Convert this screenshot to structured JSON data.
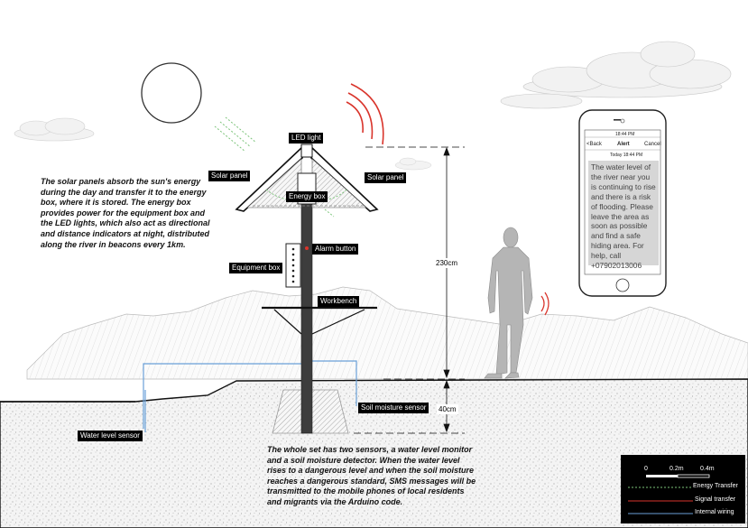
{
  "labels": {
    "led_light": "LED light",
    "solar_panel_left": "Solar panel",
    "solar_panel_right": "Solar panel",
    "energy_box": "Energy box",
    "alarm_button": "Alarm button",
    "equipment_box": "Equipment box",
    "workbench": "Workbench",
    "soil_moisture_sensor": "Soil moisture sensor",
    "water_level_sensor": "Water level sensor"
  },
  "dimensions": {
    "height_above": "230cm",
    "depth_below": "40cm"
  },
  "text_left": "The solar panels absorb the sun's energy during the day and transfer it to the energy box, where it is stored. The energy box provides power for the equipment box and the LED lights, which also act as directional and distance indicators at night, distributed along the river in beacons every 1km.",
  "text_bottom": "The whole set has two sensors, a water level monitor and a soil moisture detector. When the water level rises to a dangerous level and when the soil moisture reaches a dangerous standard, SMS messages will be transmitted to the mobile phones of local residents and migrants via the Arduino code.",
  "phone": {
    "status_time": "18:44 PM",
    "back": "<Back",
    "title": "Alert",
    "cancel": "Cancel",
    "date_line": "Today 18:44 PM",
    "message": "The water level of the river near you is continuing to rise and there is a risk of flooding. Please leave the area as soon as possible and find a safe hiding area. For help, call +07902013006"
  },
  "legend": {
    "scale_0": "0",
    "scale_1": "0.2m",
    "scale_2": "0.4m",
    "energy": "Energy Transfer",
    "signal": "Signal transfer",
    "wiring": "Internal wiring"
  },
  "colors": {
    "energy": "#7cc47a",
    "signal": "#d9342b",
    "wiring": "#6aa0d8",
    "pole": "#3d3d3d",
    "phone_text_bg": "#d6d6d6"
  }
}
